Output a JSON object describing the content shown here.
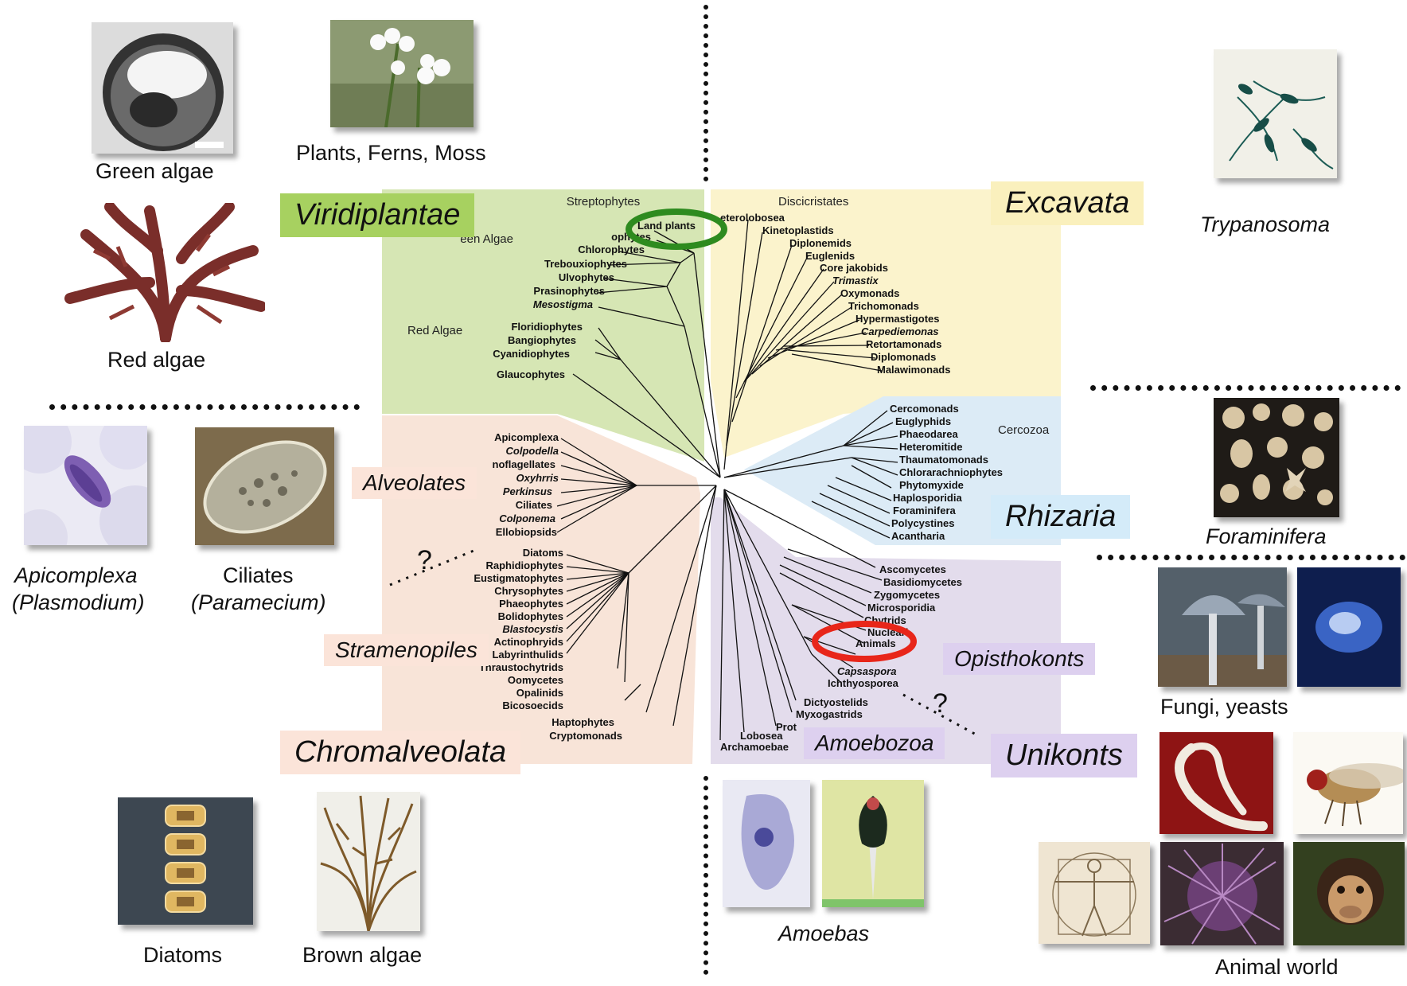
{
  "photos": {
    "green_algae": "Green algae",
    "plants": "Plants, Ferns, Moss",
    "red_algae": "Red algae",
    "trypanosoma": "Trypanosoma",
    "apicomplexa_1": "Apicomplexa",
    "apicomplexa_2": "(Plasmodium)",
    "ciliates_1": "Ciliates",
    "ciliates_2": "(Paramecium)",
    "foraminifera": "Foraminifera",
    "fungi": "Fungi, yeasts",
    "diatoms": "Diatoms",
    "brown_algae": "Brown algae",
    "amoebas": "Amoebas",
    "animal_world": "Animal world"
  },
  "groups": {
    "viridiplantae": "Viridiplantae",
    "excavata": "Excavata",
    "rhizaria": "Rhizaria",
    "chromalveolata": "Chromalveolata",
    "unikonts": "Unikonts",
    "alveolates": "Alveolates",
    "stramenopiles": "Stramenopiles",
    "opisthokonts": "Opisthokonts",
    "amoebozoa": "Amoebozoa"
  },
  "question_mark": "?",
  "colors": {
    "plantae_bg": "#d6e6b4",
    "excavata_bg": "#fbf3cc",
    "rhizaria_bg": "#dcebf6",
    "chromalveolata_bg": "#f8e4d8",
    "unikonts_bg": "#e3dcec",
    "viridiplantae_label_bg": "#a7d160",
    "excavata_label_bg": "#faf0bd",
    "rhizaria_label_bg": "#d4ebf9",
    "chromalveolata_label_bg": "#fbe4d9",
    "purple_label_bg": "#ddd0ef",
    "highlight_land_plants": "#2e8b1f",
    "highlight_animals": "#e8261a"
  },
  "tree": {
    "plantae": {
      "headers": [
        "Streptophytes",
        "een Algae",
        "Red Algae"
      ],
      "taxa": [
        {
          "t": "Land plants"
        },
        {
          "t": "ophytes"
        },
        {
          "t": "Chlorophytes"
        },
        {
          "t": "Trebouxiophytes"
        },
        {
          "t": "Ulvophytes"
        },
        {
          "t": "Prasinophytes"
        },
        {
          "t": "Mesostigma",
          "it": true
        },
        {
          "t": "Floridiophytes"
        },
        {
          "t": "Bangiophytes"
        },
        {
          "t": "Cyanidiophytes"
        },
        {
          "t": "Glaucophytes"
        }
      ]
    },
    "excavata": {
      "headers": [
        "Discicristates"
      ],
      "taxa": [
        {
          "t": "eterolobosea"
        },
        {
          "t": "Kinetoplastids"
        },
        {
          "t": "Diplonemids"
        },
        {
          "t": "Euglenids"
        },
        {
          "t": "Core jakobids"
        },
        {
          "t": "Trimastix",
          "it": true
        },
        {
          "t": "Oxymonads"
        },
        {
          "t": "Trichomonads"
        },
        {
          "t": "Hypermastigotes"
        },
        {
          "t": "Carpediemonas",
          "it": true
        },
        {
          "t": "Retortamonads"
        },
        {
          "t": "Diplomonads"
        },
        {
          "t": "Malawimonads"
        }
      ]
    },
    "rhizaria": {
      "headers": [
        "Cercozoa"
      ],
      "taxa": [
        {
          "t": "Cercomonads"
        },
        {
          "t": "Euglyphids"
        },
        {
          "t": "Phaeodarea"
        },
        {
          "t": "Heteromitide"
        },
        {
          "t": "Thaumatomonads"
        },
        {
          "t": "Chlorarachniophytes"
        },
        {
          "t": "Phytomyxide"
        },
        {
          "t": "Haplosporidia"
        },
        {
          "t": "Foraminifera"
        },
        {
          "t": "Polycystines"
        },
        {
          "t": "Acantharia"
        }
      ]
    },
    "chromalveolata": {
      "taxa": [
        {
          "t": "Apicomplexa"
        },
        {
          "t": "Colpodella",
          "it": true
        },
        {
          "t": "noflagellates"
        },
        {
          "t": "Oxyhrris",
          "it": true
        },
        {
          "t": "Perkinsus",
          "it": true
        },
        {
          "t": "Ciliates"
        },
        {
          "t": "Colponema",
          "it": true
        },
        {
          "t": "Ellobiopsids"
        },
        {
          "t": "Diatoms"
        },
        {
          "t": "Raphidiophytes"
        },
        {
          "t": "Eustigmatophytes"
        },
        {
          "t": "Chrysophytes"
        },
        {
          "t": "Phaeophytes"
        },
        {
          "t": "Bolidophytes"
        },
        {
          "t": "Blastocystis",
          "it": true
        },
        {
          "t": "Actinophryids"
        },
        {
          "t": "Labyrinthulids"
        },
        {
          "t": "Thraustochytrids"
        },
        {
          "t": "Oomycetes"
        },
        {
          "t": "Opalinids"
        },
        {
          "t": "Bicosoecids"
        },
        {
          "t": "Haptophytes"
        },
        {
          "t": "Cryptomonads"
        }
      ]
    },
    "unikonts": {
      "taxa": [
        {
          "t": "Ascomycetes"
        },
        {
          "t": "Basidiomycetes"
        },
        {
          "t": "Zygomycetes"
        },
        {
          "t": "Microsporidia"
        },
        {
          "t": "Chytrids"
        },
        {
          "t": "Nucleari"
        },
        {
          "t": "Animals"
        },
        {
          "t": "Capsaspora",
          "it": true
        },
        {
          "t": "Ichthyosporea"
        },
        {
          "t": "Dictyostelids"
        },
        {
          "t": "Myxogastrids"
        },
        {
          "t": "Prot"
        },
        {
          "t": "Lobosea"
        },
        {
          "t": "Archamoebae"
        }
      ]
    }
  }
}
